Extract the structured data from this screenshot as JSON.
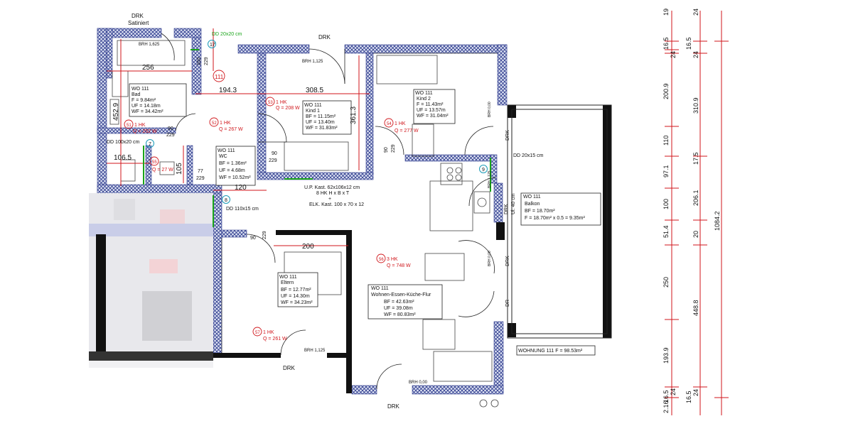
{
  "colors": {
    "wall_hatch": "#2d3a8c",
    "wall_fill": "#dfe4f4",
    "red": "#d0161b",
    "green": "#1aa51a",
    "cyan": "#1c9cb8",
    "black": "#111111"
  },
  "top_labels": {
    "drk_satiniert_1": "DRK",
    "drk_satiniert_2": "Satiniert",
    "drk_top": "DRK",
    "brh_1625": "BRH 1,625",
    "brh_1125_top": "BRH 1,125",
    "dd_20x20": "DD 20x20 cm"
  },
  "dims": {
    "d256": "256",
    "d1943": "194.3",
    "d3085": "308.5",
    "d4529": "452.9",
    "d3613": "361.3",
    "d1065": "106.5",
    "d105": "105",
    "d120": "120",
    "d200": "200",
    "d102": "102",
    "d229a": "229",
    "d90a": "90",
    "d229b": "229",
    "d90b": "90",
    "d229c": "229",
    "d90c": "90",
    "d229d": "229",
    "d77": "77",
    "d229e": "229",
    "d90d": "90",
    "d229f": "229",
    "d90e": "90",
    "d229g": "229"
  },
  "rooms": {
    "bad": {
      "wo": "WO 111",
      "name": "Bad",
      "f": "F = 9.84m²",
      "uf": "UF = 14.18m",
      "wf": "WF = 34.42m²"
    },
    "kind1": {
      "wo": "WO 111",
      "name": "Kind 1",
      "bf": "BF = 11.15m²",
      "uf": "UF = 13.40m",
      "wf": "WF = 31.83m²"
    },
    "kind2": {
      "wo": "WO 111",
      "name": "Kind 2",
      "f": "F = 11.43m²",
      "uf": "UF = 13.57m",
      "wf": "WF = 31.04m²"
    },
    "wc": {
      "wo": "WO 111",
      "name": "WC",
      "bf": "BF = 1.36m²",
      "uf": "UF = 4.68m",
      "wf": "WF = 10.52m²"
    },
    "balkon": {
      "wo": "WO 111",
      "name": "Balkon",
      "bf": "BF = 18.70m²",
      "f": "F    = 18.70m² x 0.5 = 9.35m²"
    },
    "eltern": {
      "wo": "WO 111",
      "name": "Eltern",
      "bf": "BF = 12.77m²",
      "uf": "UF = 14.30m",
      "wf": "WF = 34.23m²"
    },
    "wohnen": {
      "wo": "WO 111",
      "name": "Wohnen-Essen-Küche-Flur",
      "bf": "BF = 42.63m²",
      "uf": "UF = 39.08m",
      "wf": "WF = 80.83m²"
    }
  },
  "heaters": {
    "h51": {
      "num": "51",
      "hk": "1 HK",
      "q": "Q = 252 W"
    },
    "h52": {
      "num": "52",
      "hk": "1 HK",
      "q": "Q = 267 W"
    },
    "h53": {
      "num": "53",
      "hk": "1 HK",
      "q": "Q = 208 W"
    },
    "h54": {
      "num": "54",
      "hk": "1 HK",
      "q": "Q = 277 W"
    },
    "h55": {
      "num": "55",
      "q": "Q = 27 W"
    },
    "h56": {
      "num": "56",
      "hk": "3 HK",
      "q": "Q = 748 W"
    },
    "h57": {
      "num": "57",
      "hk": "1 HK",
      "q": "Q = 261 W"
    },
    "h111": {
      "num": "111"
    }
  },
  "markers": {
    "m17": "17",
    "m7": "7",
    "m8": "8",
    "m9": "9"
  },
  "green_notes": {
    "dd_100x20": "DD 100x20 cm",
    "dd_20x15": "DD 20x15 cm",
    "dd_110x15": "DD 110x15 cm",
    "up_kast": "U.P. Kast. 62x106x12 cm",
    "hk_dims": "8 HK  H x B x T",
    "plus": "+",
    "elk_kast": "ELK. Kast. 100 x 70 x 12"
  },
  "side_labels": {
    "brh_000_kind2": "BRH 0,00",
    "drk_kind2": "DRK",
    "brh_1125_k": "BRH 1,125",
    "drk_ul": "DRK",
    "ul40": "Ul. 40 cm",
    "brh_000_w": "BRH 0,00",
    "drk_w": "DRK",
    "dr": "DR",
    "brh_1125_bottom": "BRH 1,125",
    "drk_bottom1": "DRK",
    "brh_000_bottom": "BRH 0,00",
    "drk_bottom2": "DRK"
  },
  "summary": "WOHNUNG 111  F = 98.53m²",
  "right_dims": {
    "col1": [
      "19",
      "16.5",
      "24",
      "200.9",
      "110",
      "97.1",
      "100",
      "51.4",
      "250",
      "193.9",
      "24",
      "16.5",
      "2.16"
    ],
    "col2": [
      "24",
      "16.5",
      "24",
      "310.9",
      "17.5",
      "206.1",
      "20",
      "448.8",
      "24",
      "16.5"
    ],
    "total": "1084.2"
  }
}
